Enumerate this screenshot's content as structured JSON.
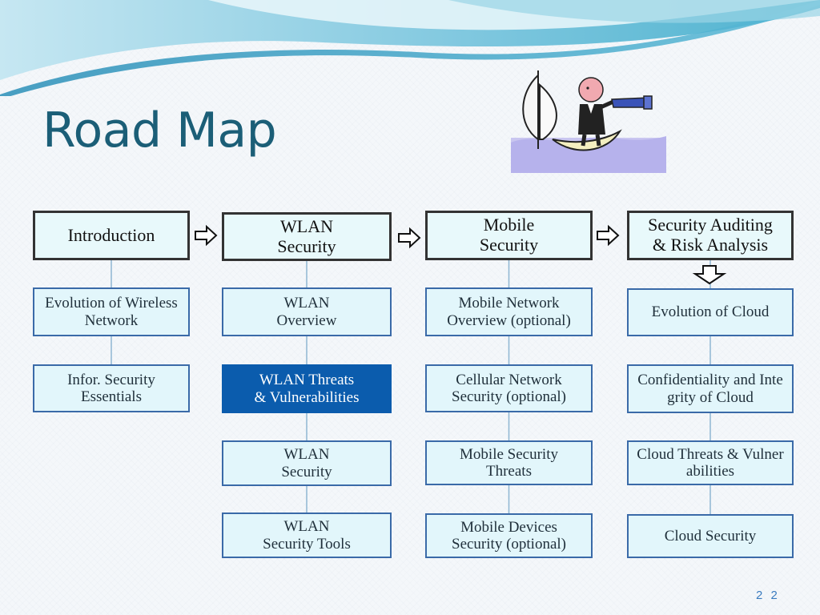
{
  "slide": {
    "title": "Road Map",
    "page_number": "2 2"
  },
  "columns": [
    {
      "heading": "Introduction",
      "items": [
        {
          "label": "Evolution of Wireless\nNetwork",
          "highlighted": false
        },
        {
          "label": "Infor. Security\nEssentials",
          "highlighted": false
        }
      ]
    },
    {
      "heading": "WLAN\nSecurity",
      "items": [
        {
          "label": "WLAN\nOverview",
          "highlighted": false
        },
        {
          "label": "WLAN Threats\n& Vulnerabilities",
          "highlighted": true
        },
        {
          "label": "WLAN\nSecurity",
          "highlighted": false
        },
        {
          "label": "WLAN\nSecurity Tools",
          "highlighted": false
        }
      ]
    },
    {
      "heading": "Mobile\nSecurity",
      "items": [
        {
          "label": "Mobile Network\nOverview (optional)",
          "highlighted": false
        },
        {
          "label": "Cellular Network\nSecurity (optional)",
          "highlighted": false
        },
        {
          "label": "Mobile Security\nThreats",
          "highlighted": false
        },
        {
          "label": "Mobile Devices\nSecurity (optional)",
          "highlighted": false
        }
      ]
    },
    {
      "heading": "Security Auditing\n& Risk Analysis",
      "items": [
        {
          "label": "Evolution of Cloud",
          "highlighted": false
        },
        {
          "label": "Confidentiality and Inte\ngrity of Cloud",
          "highlighted": false
        },
        {
          "label": "Cloud Threats & Vulner\nabilities",
          "highlighted": false
        },
        {
          "label": "Cloud Security",
          "highlighted": false
        }
      ]
    }
  ],
  "colors": {
    "title": "#1b5e77",
    "highlight_fill": "#0b5cad",
    "box_fill": "#e2f6fb",
    "box_border": "#3a6aa8",
    "connector": "#8fb6d2"
  },
  "icons": [
    "header-waves-decoration",
    "sailor-telescope-clipart",
    "right-arrow-icon",
    "down-arrow-icon"
  ]
}
